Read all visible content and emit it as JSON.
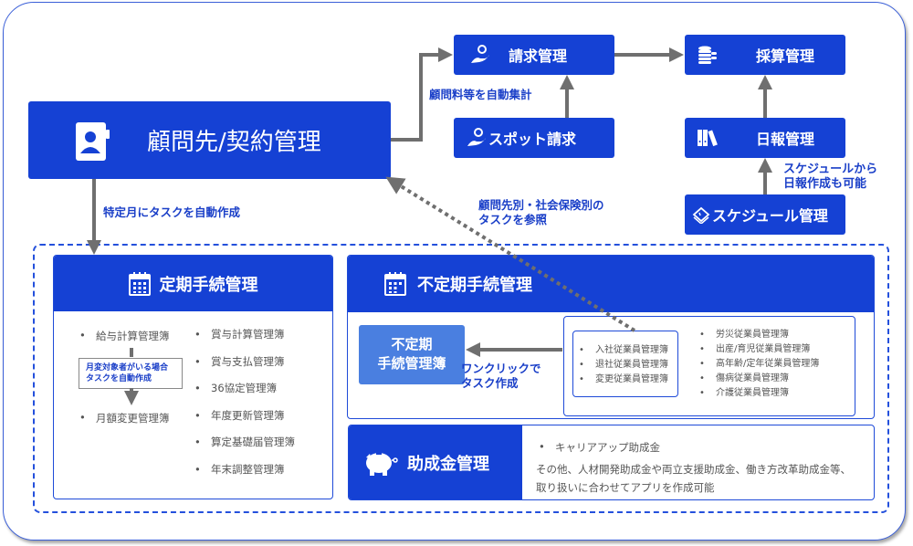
{
  "colors": {
    "primary": "#1541d4",
    "light_blue": "#4a7fe0",
    "arrow_gray": "#6f6f6f",
    "note_blue": "#1a3fc8"
  },
  "client": {
    "title": "顧問先/契約管理",
    "icon": "contact-card-icon"
  },
  "billing": {
    "title": "請求管理",
    "icon": "hand-coin-icon"
  },
  "spot_billing": {
    "title": "スポット請求",
    "icon": "hand-coin-icon"
  },
  "profit": {
    "title": "採算管理",
    "icon": "coin-stack-icon"
  },
  "daily_report": {
    "title": "日報管理",
    "icon": "binders-icon"
  },
  "schedule": {
    "title": "スケジュール管理",
    "icon": "notebook-stack-icon"
  },
  "notes": {
    "auto_aggregate": "顧問料等を自動集計",
    "schedule_to_report": [
      "スケジュールから",
      "日報作成も可能"
    ],
    "monthly_task": "特定月にタスクを自動作成",
    "reference_tasks": [
      "顧問先別・社会保険別の",
      "タスクを参照"
    ],
    "one_click": [
      "ワンクリックで",
      "タスク作成"
    ]
  },
  "regular": {
    "title": "定期手続管理",
    "icon": "calendar-icon",
    "left_top": "給与計算管理簿",
    "condition": [
      "月変対象者がいる場合",
      "タスクを自動作成"
    ],
    "left_bottom": "月額変更管理簿",
    "right_items": [
      "賞与計算管理簿",
      "賞与支払管理簿",
      "36協定管理簿",
      "年度更新管理簿",
      "算定基礎届管理簿",
      "年末調整管理簿"
    ]
  },
  "irregular": {
    "title": "不定期手続管理",
    "icon": "calendar-icon",
    "ledger": [
      "不定期",
      "手続管理簿"
    ],
    "inner_items": [
      "入社従業員管理簿",
      "退社従業員管理簿",
      "変更従業員管理簿"
    ],
    "outer_items": [
      "労災従業員管理簿",
      "出産/育児従業員管理簿",
      "高年齢/定年従業員管理簿",
      "傷病従業員管理簿",
      "介護従業員管理簿"
    ]
  },
  "subsidy": {
    "title": "助成金管理",
    "icon": "piggy-bank-icon",
    "item": "キャリアアップ助成金",
    "description": [
      "その他、人材開発助成金や両立支援助成金、働き方改革助成金等、",
      "取り扱いに合わせてアプリを作成可能"
    ]
  }
}
